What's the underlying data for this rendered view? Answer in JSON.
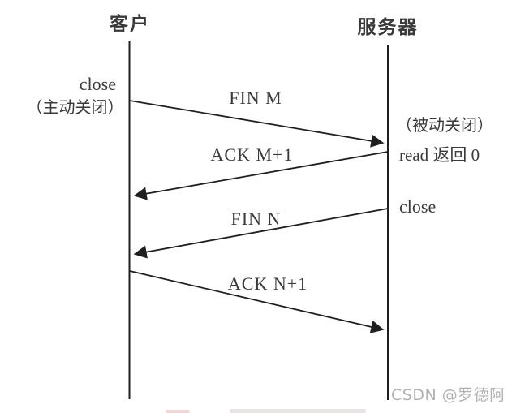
{
  "colors": {
    "line": "#1f1f1f",
    "text": "#3a3a3a",
    "watermark": "#b3b0b0"
  },
  "diagram": {
    "title_semantic": "TCP connection termination (four-way close) sequence",
    "client": {
      "title": "客户",
      "close_label": "close",
      "note": "（主动关闭）"
    },
    "server": {
      "title": "服务器",
      "note": "（被动关闭）",
      "read_label": "read 返回 0",
      "close_label": "close"
    },
    "messages": [
      {
        "label": "FIN M",
        "from": "client",
        "to": "server"
      },
      {
        "label": "ACK M+1",
        "from": "server",
        "to": "client"
      },
      {
        "label": "FIN N",
        "from": "server",
        "to": "client"
      },
      {
        "label": "ACK N+1",
        "from": "client",
        "to": "server"
      }
    ]
  },
  "watermark": "CSDN @罗德阿"
}
